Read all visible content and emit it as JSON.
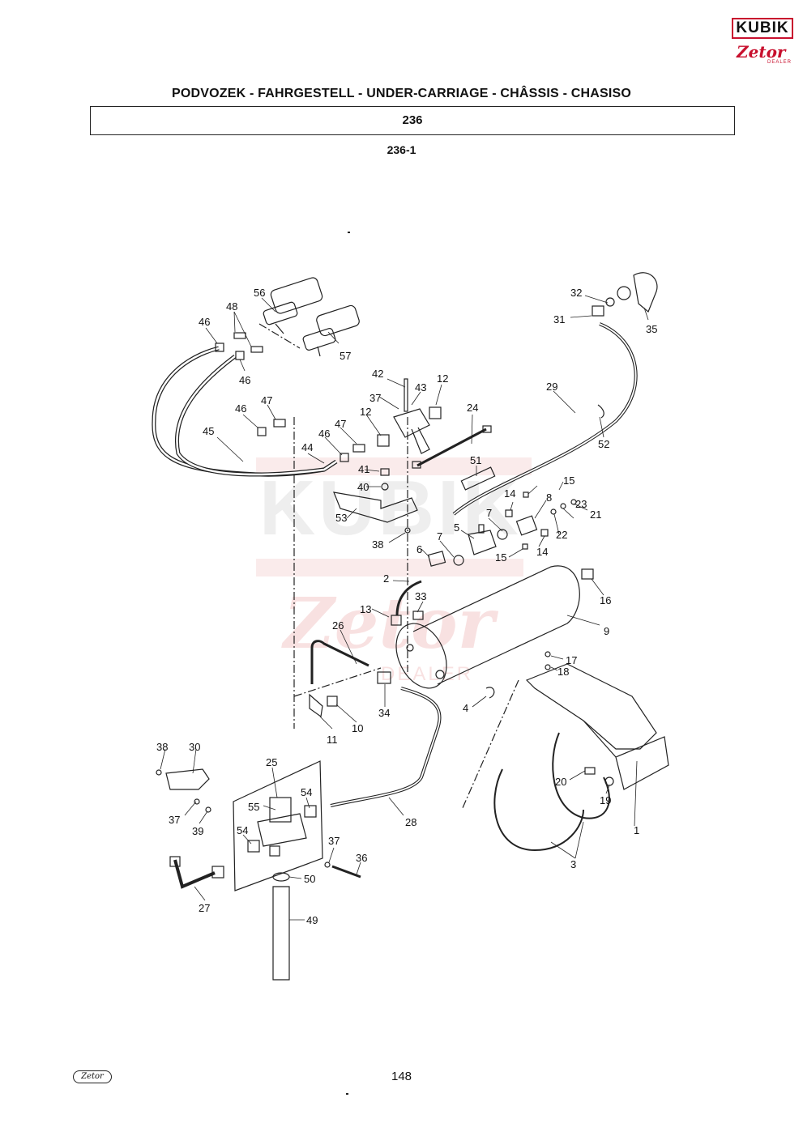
{
  "logo": {
    "top_word": "KUBIK",
    "brand": "Zetor",
    "dealer": "DEALER"
  },
  "header": {
    "title": "PODVOZEK - FAHRGESTELL - UNDER-CARRIAGE - CHÂSSIS - CHASISO",
    "section": "236",
    "subsection": "236-1"
  },
  "watermark": {
    "word": "KUBIK",
    "brand": "Zetor",
    "dealer": "DEALER"
  },
  "part_labels": [
    "56",
    "48",
    "46",
    "46",
    "57",
    "42",
    "37",
    "43",
    "12",
    "24",
    "12",
    "47",
    "46",
    "45",
    "44",
    "46",
    "47",
    "41",
    "40",
    "53",
    "38",
    "29",
    "32",
    "31",
    "35",
    "52",
    "51",
    "15",
    "14",
    "8",
    "7",
    "23",
    "21",
    "22",
    "5",
    "14",
    "15",
    "6",
    "7",
    "2",
    "16",
    "9",
    "13",
    "33",
    "26",
    "17",
    "18",
    "4",
    "1",
    "11",
    "10",
    "34",
    "30",
    "38",
    "37",
    "39",
    "25",
    "54",
    "55",
    "54",
    "20",
    "19",
    "3",
    "28",
    "37",
    "36",
    "50",
    "27",
    "49"
  ],
  "footer": {
    "brand": "Zetor",
    "page": "148"
  }
}
